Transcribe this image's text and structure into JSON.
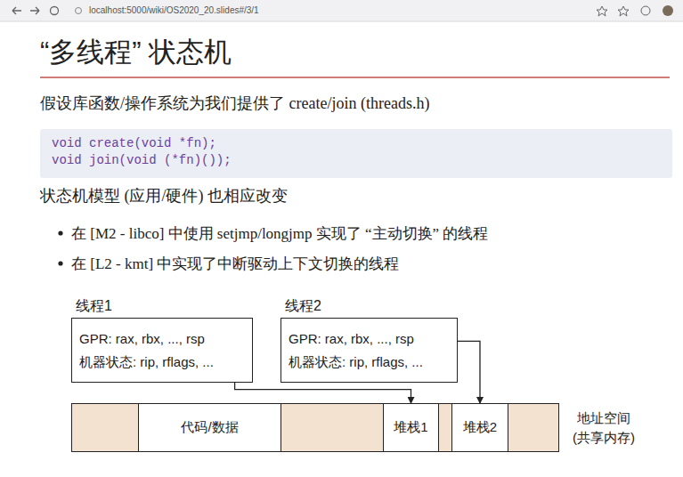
{
  "diagram": {
    "title": "“多线程” 状态机",
    "nodes": [
      {
        "text": [
          "线程1",
          "GPR: rax, rbx, ..., rsp",
          "机器状态: rip, rflags, ..."
        ]
      },
      {
        "text": [
          "线程2",
          "GPR: rax, rbx, ..., rsp",
          "机器状态: rip, rflags, ..."
        ]
      },
      {
        "text": [
          "地址空间 (共享内存)"
        ]
      },
      {
        "text": [
          "代码/数据"
        ],
        "in": 2
      },
      {
        "text": [
          "堆栈1"
        ],
        "in": 2
      },
      {
        "text": [
          "堆栈2"
        ],
        "in": 2
      }
    ],
    "edges": [
      {
        "from": 0,
        "to": 4,
        "arrow": "to"
      },
      {
        "from": 1,
        "to": 5,
        "arrow": "to"
      }
    ],
    "labels": [
      "localhost:5000/wiki/OS2020_20.slides#/3/1",
      "假设库函数/操作系统为我们提供了 create/join (threads.h)",
      "void create(void *fn);",
      "void join(void (*fn)());",
      "状态机模型 (应用/硬件) 也相应改变",
      "在 [M2 - libco] 中使用 setjmp/longjmp 实现了 “主动切换” 的线程",
      "在 [L2 - kmt] 中实现了中断驱动上下文切换的线程"
    ]
  }
}
